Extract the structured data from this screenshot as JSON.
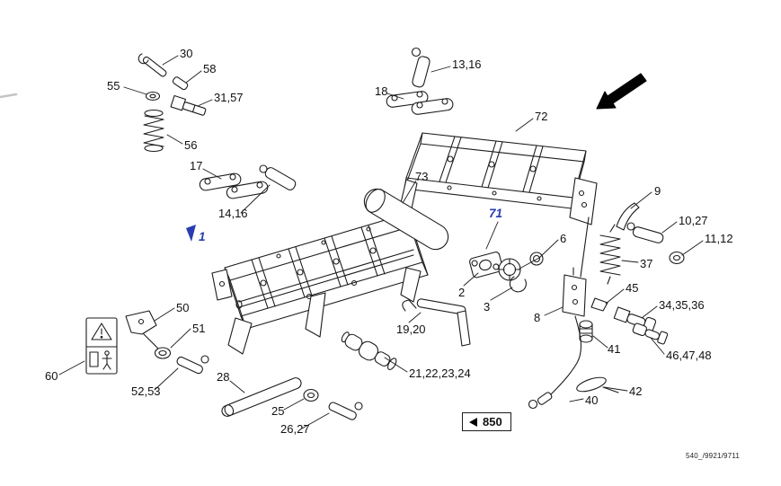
{
  "document": {
    "doc_number": "540_/9921/9711"
  },
  "colors": {
    "line": "#1c1c1c",
    "reference_blue": "#2a3db0",
    "background": "#ffffff"
  },
  "icons": {
    "boxed_label_arrow": "left-filled-triangle",
    "direction_arrow": "solid-black-arrow-pointing-lower-left",
    "warning_label": "safety-warning-pictograms"
  },
  "boxed_label": {
    "text": "850"
  },
  "references": [
    {
      "text": "1"
    },
    {
      "text": "71"
    }
  ],
  "callouts": [
    {
      "text": "30"
    },
    {
      "text": "58"
    },
    {
      "text": "55"
    },
    {
      "text": "31,57"
    },
    {
      "text": "56"
    },
    {
      "text": "17"
    },
    {
      "text": "14,16"
    },
    {
      "text": "13,16"
    },
    {
      "text": "18"
    },
    {
      "text": "72"
    },
    {
      "text": "73"
    },
    {
      "text": "9"
    },
    {
      "text": "10,27"
    },
    {
      "text": "11,12"
    },
    {
      "text": "37"
    },
    {
      "text": "6"
    },
    {
      "text": "2"
    },
    {
      "text": "3"
    },
    {
      "text": "8"
    },
    {
      "text": "45"
    },
    {
      "text": "34,35,36"
    },
    {
      "text": "41"
    },
    {
      "text": "46,47,48"
    },
    {
      "text": "42"
    },
    {
      "text": "40"
    },
    {
      "text": "19,20"
    },
    {
      "text": "21,22,23,24"
    },
    {
      "text": "50"
    },
    {
      "text": "51"
    },
    {
      "text": "60"
    },
    {
      "text": "52,53"
    },
    {
      "text": "28"
    },
    {
      "text": "25"
    },
    {
      "text": "26,27"
    }
  ]
}
